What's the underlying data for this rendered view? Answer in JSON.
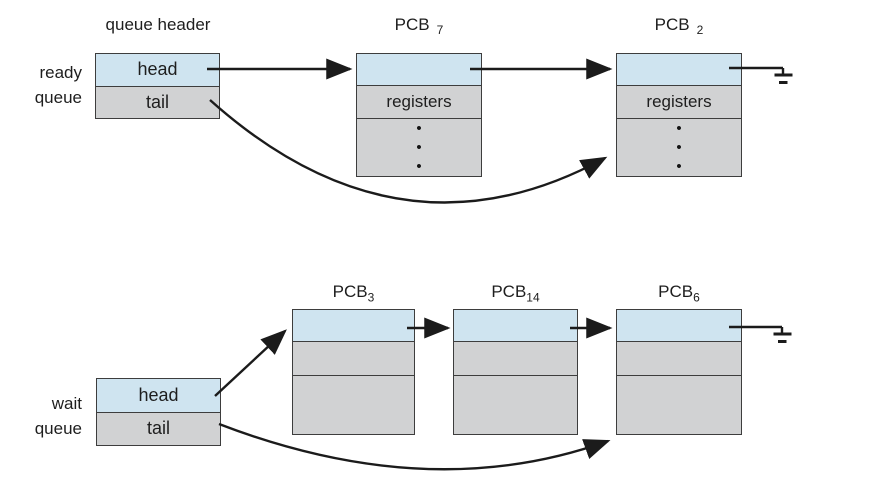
{
  "colors": {
    "link_cell": "#cfe4f0",
    "body_cell": "#d1d2d3",
    "line": "#1b1b1b"
  },
  "symbols": {
    "dot": "•"
  },
  "ready_queue": {
    "header_title": "queue header",
    "side_label_line1": "ready",
    "side_label_line2": "queue",
    "header": {
      "head": "head",
      "tail": "tail"
    },
    "pcbs": [
      {
        "name": "PCB",
        "subscript": "7",
        "row2": "registers"
      },
      {
        "name": "PCB",
        "subscript": "2",
        "row2": "registers"
      }
    ]
  },
  "wait_queue": {
    "side_label_line1": "wait",
    "side_label_line2": "queue",
    "header": {
      "head": "head",
      "tail": "tail"
    },
    "pcbs": [
      {
        "name": "PCB",
        "subscript": "3"
      },
      {
        "name": "PCB",
        "subscript": "14"
      },
      {
        "name": "PCB",
        "subscript": "6"
      }
    ]
  }
}
